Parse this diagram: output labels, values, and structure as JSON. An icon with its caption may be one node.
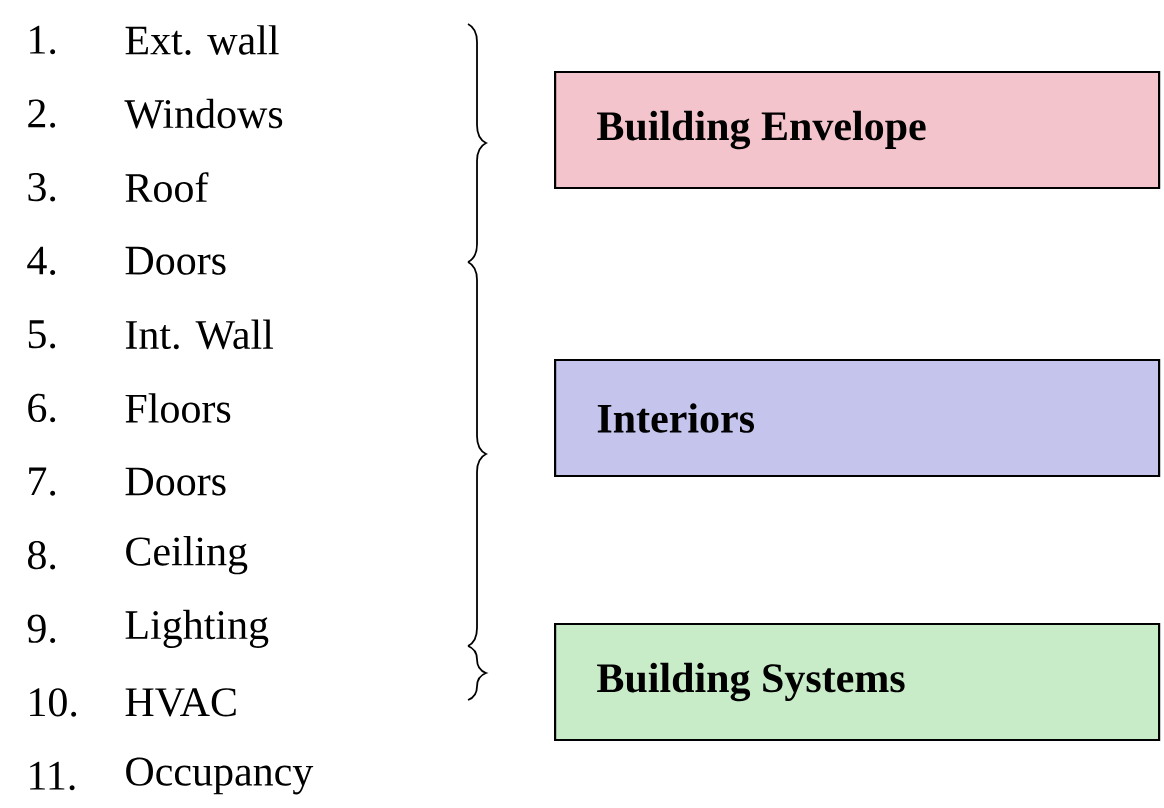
{
  "diagram": {
    "nodes": [
      {
        "text": [
          "Building Envelope"
        ]
      },
      {
        "text": [
          "Interiors"
        ]
      },
      {
        "text": [
          "Building Systems"
        ]
      }
    ],
    "labels": [
      "1.",
      "Ext. wall",
      "2.",
      "Windows",
      "3.",
      "Roof",
      "4.",
      "Doors",
      "5.",
      "Int. Wall",
      "6.",
      "Floors",
      "7.",
      "Doors",
      "8.",
      "Ceiling",
      "9.",
      "Lighting",
      "10.",
      "HVAC",
      "11.",
      "Occupancy"
    ]
  }
}
